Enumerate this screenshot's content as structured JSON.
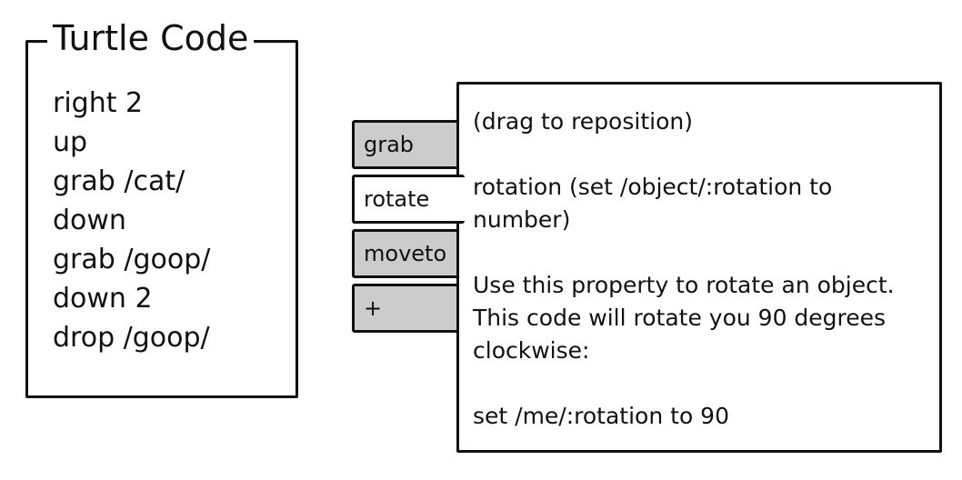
{
  "code_panel": {
    "title": "Turtle Code",
    "lines": [
      "right 2",
      "up",
      "grab /cat/",
      "down",
      "grab /goop/",
      "down 2",
      "drop /goop/"
    ]
  },
  "tabs": [
    {
      "label": "grab",
      "active": false
    },
    {
      "label": "rotate",
      "active": true
    },
    {
      "label": "moveto",
      "active": false
    },
    {
      "label": "+",
      "active": false
    }
  ],
  "help": {
    "drag_hint": "(drag to reposition)",
    "signature": "rotation (set /object/:rotation to number)",
    "description": "Use this property to rotate an object. This code will rotate you 90 degrees clockwise:",
    "example": "set /me/:rotation to 90"
  },
  "colors": {
    "border": "#111111",
    "inactive_tab": "#cccccc",
    "active_tab": "#ffffff",
    "background": "#ffffff"
  }
}
